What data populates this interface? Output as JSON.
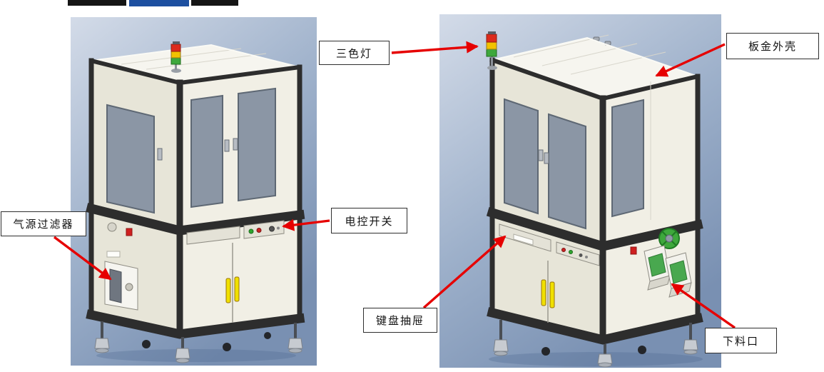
{
  "labels": {
    "tricolor_light": "三色灯",
    "sheet_metal_shell": "板金外壳",
    "electric_switch": "电控开关",
    "air_filter": "气源过滤器",
    "keyboard_drawer": "键盘抽屉",
    "discharge_outlet": "下料口"
  },
  "icons": {
    "tricolor_light_icon": "stacked red/yellow/green signal tower",
    "fan_icon": "green exhaust fan",
    "arrow_icon": "red callout arrow"
  },
  "colors": {
    "arrow": "#e60000",
    "label_bg": "#ffffff",
    "label_border": "#2f2f2f",
    "panel_bg_top": "#d3dbe8",
    "panel_bg_mid": "#9db0ca",
    "panel_bg_bottom": "#7990b2",
    "machine_top": "#f6f5ef",
    "machine_left": "#e7e5d8",
    "machine_right": "#f1efe5",
    "machine_frame": "#2d2d2d",
    "window_glass": "#8b96a5",
    "handle_yellow": "#f0e000",
    "light_red": "#dd2b1c",
    "light_yellow": "#f2c200",
    "light_green": "#3ea83c",
    "chute_green": "#49a84f"
  }
}
